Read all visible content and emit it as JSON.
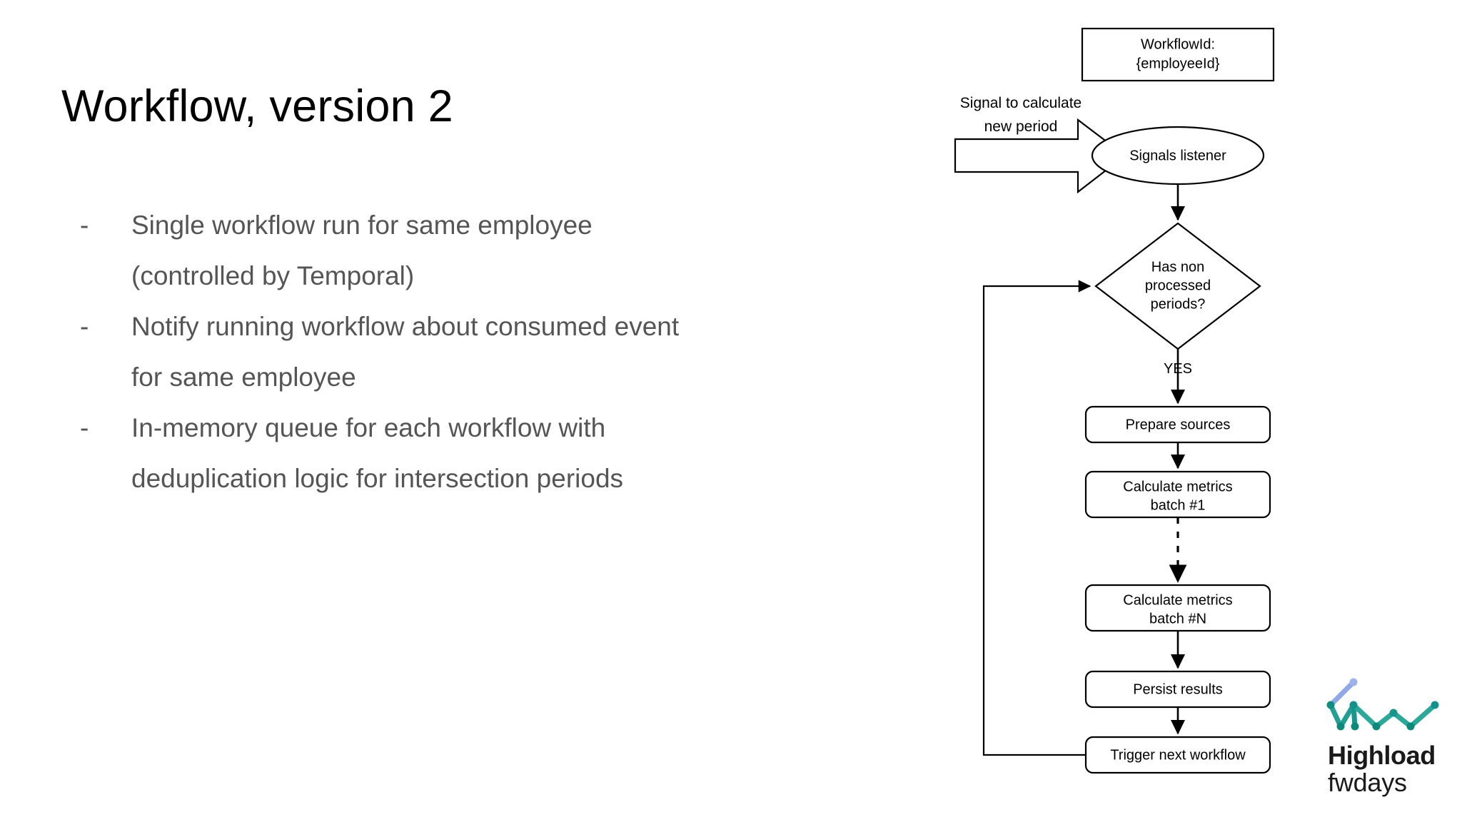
{
  "slide": {
    "title": "Workflow, version 2",
    "body_color": "#555555",
    "title_color": "#000000",
    "background": "#ffffff"
  },
  "bullets": [
    {
      "marker": "-",
      "text": "Single workflow run for same employee (controlled by Temporal)"
    },
    {
      "marker": "-",
      "text": "Notify running workflow about consumed event for same employee"
    },
    {
      "marker": "-",
      "text": "In-memory queue for each workflow with deduplication logic for intersection periods"
    }
  ],
  "diagram": {
    "workflow_id_box": "WorkflowId:\n{employeeId}",
    "workflow_id_line1": "WorkflowId:",
    "workflow_id_line2": "{employeeId}",
    "signal_label_line1": "Signal to calculate",
    "signal_label_line2": "new period",
    "signals_listener": "Signals listener",
    "decision_line1": "Has non",
    "decision_line2": "processed",
    "decision_line3": "periods?",
    "decision_yes_label": "YES",
    "step_prepare_sources": "Prepare sources",
    "step_batch1_line1": "Calculate metrics",
    "step_batch1_line2": "batch #1",
    "step_batchN_line1": "Calculate metrics",
    "step_batchN_line2": "batch #N",
    "step_persist_results": "Persist results",
    "step_trigger_next": "Trigger next workflow",
    "stroke_color": "#000000",
    "fill_color": "#ffffff"
  },
  "logo": {
    "brand_line1": "Highload",
    "brand_line2": "fwdays",
    "color_dark_teal": "#0b8a7a",
    "color_teal": "#2aa89a",
    "color_light_blue": "#8fa8e8",
    "color_text": "#1a1a1a"
  }
}
